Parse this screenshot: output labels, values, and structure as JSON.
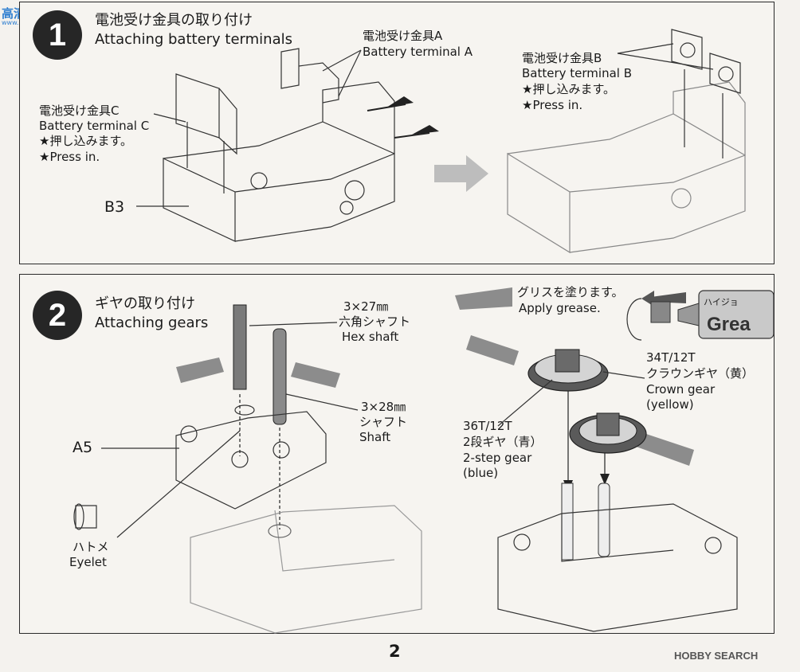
{
  "watermark": {
    "top": "高清",
    "top_sub": "www.gaoqing.com",
    "bottom": "HOBBY SEARCH"
  },
  "page_number": "2",
  "step1": {
    "number": "1",
    "title_jp": "電池受け金具の取り付け",
    "title_en": "Attaching battery terminals",
    "terminal_a": {
      "jp": "電池受け金具A",
      "en": "Battery terminal A"
    },
    "terminal_b": {
      "jp": "電池受け金具B",
      "en": "Battery terminal B",
      "note_jp": "★押し込みます。",
      "note_en": "★Press in."
    },
    "terminal_c": {
      "jp": "電池受け金具C",
      "en": "Battery terminal C",
      "note_jp": "★押し込みます。",
      "note_en": "★Press in."
    },
    "part": "B3"
  },
  "step2": {
    "number": "2",
    "title_jp": "ギヤの取り付け",
    "title_en": "Attaching gears",
    "hex_shaft": {
      "size": "3×27㎜",
      "jp": "六角シャフト",
      "en": "Hex shaft"
    },
    "shaft": {
      "size": "3×28㎜",
      "jp": "シャフト",
      "en": "Shaft"
    },
    "part": "A5",
    "eyelet": {
      "jp": "ハトメ",
      "en": "Eyelet"
    },
    "grease": {
      "jp": "グリスを塗ります。",
      "en": "Apply grease.",
      "tube_text_jp": "ハイジョ",
      "tube_text_en": "Grea"
    },
    "gear_36": {
      "teeth": "36T/12T",
      "jp": "2段ギヤ（青）",
      "en1": "2-step gear",
      "en2": "(blue)"
    },
    "gear_34": {
      "teeth": "34T/12T",
      "jp": "クラウンギヤ（黄）",
      "en1": "Crown gear",
      "en2": "(yellow)"
    }
  }
}
